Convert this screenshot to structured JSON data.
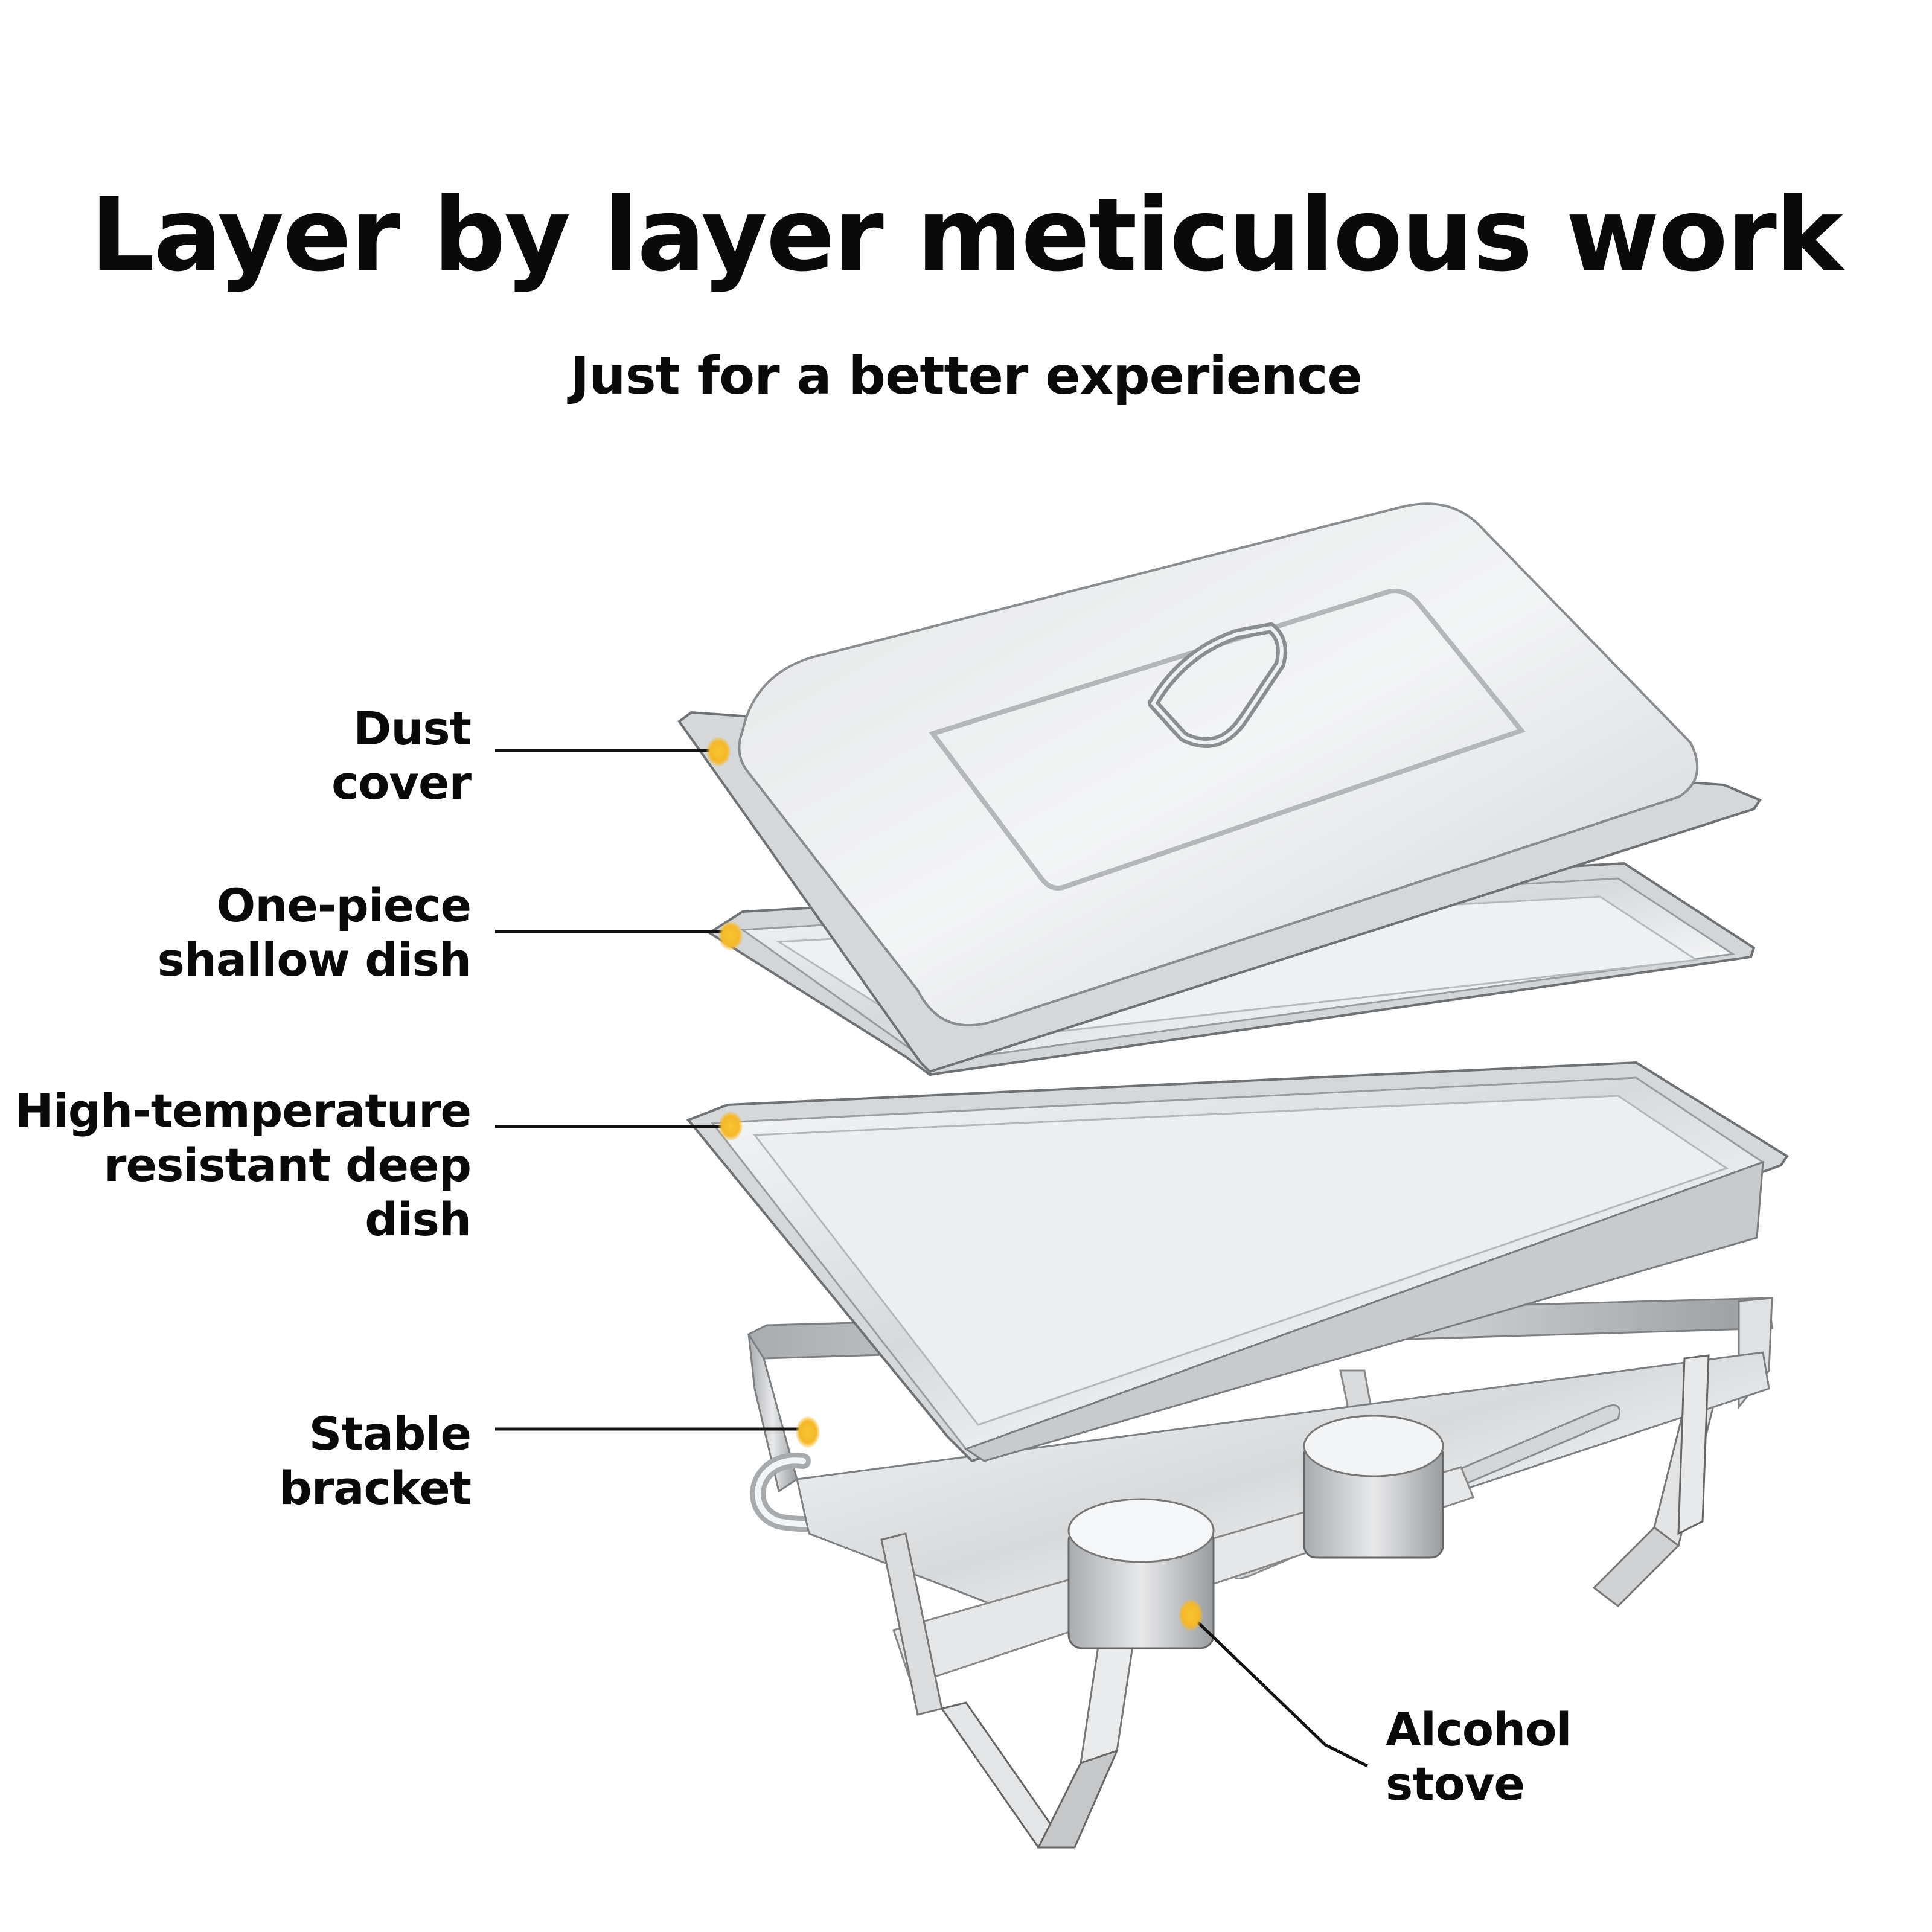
{
  "header": {
    "title": "Layer by layer meticulous work",
    "subtitle": "Just for a better experience"
  },
  "callouts": [
    {
      "id": "dust-cover",
      "lines": [
        "Dust",
        "cover"
      ]
    },
    {
      "id": "shallow-dish",
      "lines": [
        "One-piece",
        "shallow dish"
      ]
    },
    {
      "id": "deep-dish",
      "lines": [
        "High-temperature",
        "resistant deep dish"
      ]
    },
    {
      "id": "bracket",
      "lines": [
        "Stable",
        "bracket"
      ]
    },
    {
      "id": "alcohol-stove",
      "lines": [
        "Alcohol",
        "stove"
      ]
    }
  ],
  "colors": {
    "marker": "#f5b82a",
    "leader_line": "#111111",
    "steel_light": "#eeeff0",
    "steel_mid": "#c9cbcd",
    "steel_dark": "#8e9194",
    "text": "#0a0a0a"
  }
}
